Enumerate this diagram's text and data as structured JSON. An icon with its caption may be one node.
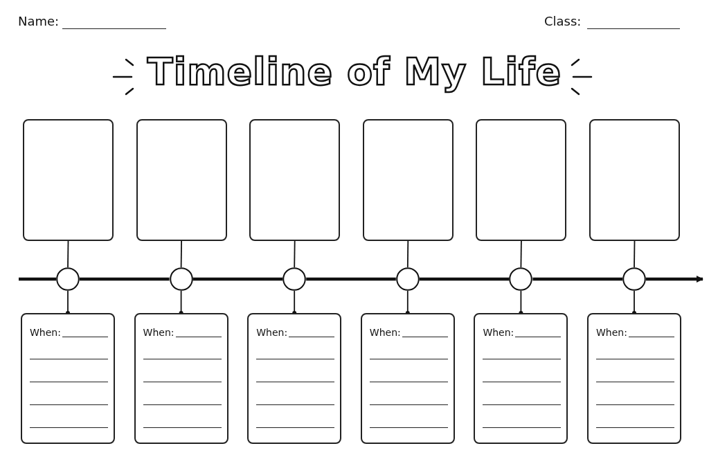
{
  "diagram": {
    "title": "Timeline of My Life",
    "nodes": [
      {
        "text": [],
        "shape": "box"
      },
      {
        "text": [],
        "shape": "box"
      },
      {
        "text": [],
        "shape": "box"
      },
      {
        "text": [],
        "shape": "box"
      },
      {
        "text": [],
        "shape": "box"
      },
      {
        "text": [],
        "shape": "box"
      },
      {
        "text": [],
        "shape": "circle"
      },
      {
        "text": [],
        "shape": "circle"
      },
      {
        "text": [],
        "shape": "circle"
      },
      {
        "text": [],
        "shape": "circle"
      },
      {
        "text": [],
        "shape": "circle"
      },
      {
        "text": [],
        "shape": "circle"
      },
      {
        "text": [
          "When:"
        ]
      },
      {
        "text": [
          "When:"
        ]
      },
      {
        "text": [
          "When:"
        ]
      },
      {
        "text": [
          "When:"
        ]
      },
      {
        "text": [
          "When:"
        ]
      },
      {
        "text": [
          "When:"
        ]
      }
    ],
    "edges": [
      {
        "from": 0,
        "to": 6,
        "arrow": "none"
      },
      {
        "from": 1,
        "to": 7,
        "arrow": "none"
      },
      {
        "from": 2,
        "to": 8,
        "arrow": "none"
      },
      {
        "from": 3,
        "to": 9,
        "arrow": "none"
      },
      {
        "from": 4,
        "to": 10,
        "arrow": "none"
      },
      {
        "from": 5,
        "to": 11,
        "arrow": "none"
      },
      {
        "from": 6,
        "to": 12,
        "arrow": "other"
      },
      {
        "from": 7,
        "to": 13,
        "arrow": "other"
      },
      {
        "from": 8,
        "to": 14,
        "arrow": "other"
      },
      {
        "from": 9,
        "to": 15,
        "arrow": "other"
      },
      {
        "from": 10,
        "to": 16,
        "arrow": "other"
      },
      {
        "from": 11,
        "to": 17,
        "arrow": "other"
      },
      {
        "from": null,
        "to": 6,
        "arrow": "none",
        "style": "thick"
      },
      {
        "from": 6,
        "to": 7,
        "arrow": "none",
        "style": "thick"
      },
      {
        "from": 7,
        "to": 8,
        "arrow": "none",
        "style": "thick"
      },
      {
        "from": 8,
        "to": 9,
        "arrow": "none",
        "style": "thick"
      },
      {
        "from": 9,
        "to": 10,
        "arrow": "none",
        "style": "thick"
      },
      {
        "from": 10,
        "to": 11,
        "arrow": "none",
        "style": "thick"
      },
      {
        "from": 11,
        "to": null,
        "arrow": "to",
        "style": "thick"
      }
    ],
    "labels": [
      "Name:",
      "Class:"
    ]
  }
}
